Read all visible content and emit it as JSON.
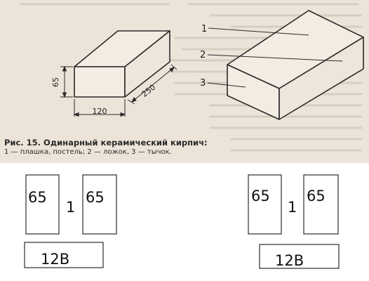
{
  "figure": {
    "left_labels": {
      "height": "65",
      "width": "120",
      "length": "250"
    },
    "right_labels": {
      "one": "1",
      "two": "2",
      "three": "3"
    },
    "caption_title": "Рис. 15. Одинарный керамический кирпич:",
    "caption_subtitle": "1 — плашка, постель; 2 — ложок, 3 — тычок."
  },
  "sketch_left": {
    "box_a": "65",
    "separator": "1",
    "box_b": "65",
    "bottom": "12В"
  },
  "sketch_right": {
    "box_a": "65",
    "separator": "1",
    "box_b": "65",
    "bottom": "12В"
  }
}
